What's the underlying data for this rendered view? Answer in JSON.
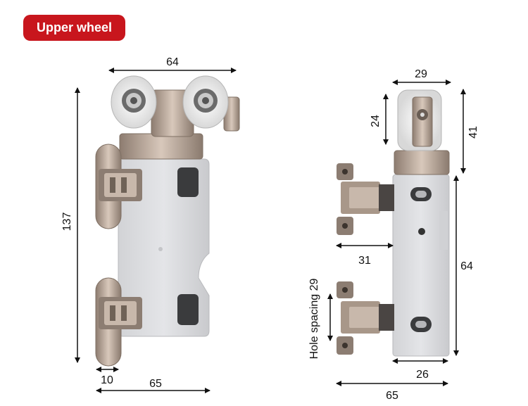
{
  "title": "Upper wheel",
  "left_view": {
    "width_top": "64",
    "height": "137",
    "offset": "10",
    "width_bottom": "65"
  },
  "right_view": {
    "wheel_width": "29",
    "wheel_height": "24",
    "top_height": "41",
    "hinge_depth": "31",
    "body_height": "64",
    "hole_spacing": "Hole spacing 29",
    "base_width": "26",
    "total_width": "65"
  },
  "colors": {
    "badge": "#c8161d",
    "plate": "#dcdde0",
    "metal": "#b9a696"
  }
}
